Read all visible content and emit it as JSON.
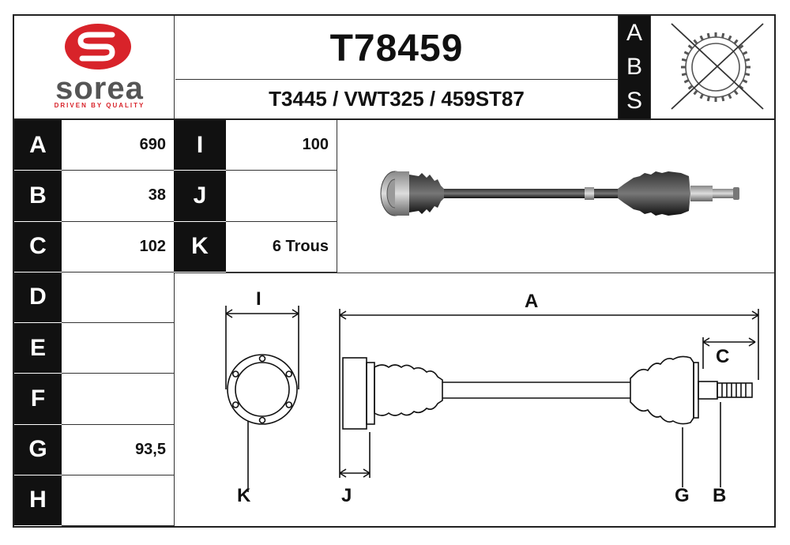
{
  "brand": {
    "name": "sorea",
    "tagline": "DRIVEN BY QUALITY",
    "color_red": "#d8232a",
    "color_gray": "#555555"
  },
  "product": {
    "reference": "T78459",
    "cross_refs": "T3445 / VWT325 / 459ST87"
  },
  "abs": {
    "letters": [
      "A",
      "B",
      "S"
    ],
    "icon": "abs-ring-crossed-icon"
  },
  "specs_left": [
    {
      "label": "A",
      "value": "690"
    },
    {
      "label": "B",
      "value": "38"
    },
    {
      "label": "C",
      "value": "102"
    },
    {
      "label": "D",
      "value": ""
    },
    {
      "label": "E",
      "value": ""
    },
    {
      "label": "F",
      "value": ""
    },
    {
      "label": "G",
      "value": "93,5"
    },
    {
      "label": "H",
      "value": ""
    }
  ],
  "specs_right": [
    {
      "label": "I",
      "value": "100"
    },
    {
      "label": "J",
      "value": ""
    },
    {
      "label": "K",
      "value": "6 Trous"
    }
  ],
  "diagram": {
    "labels": {
      "A": "A",
      "C": "C",
      "I": "I",
      "K": "K",
      "J": "J",
      "G": "G",
      "B": "B"
    }
  }
}
